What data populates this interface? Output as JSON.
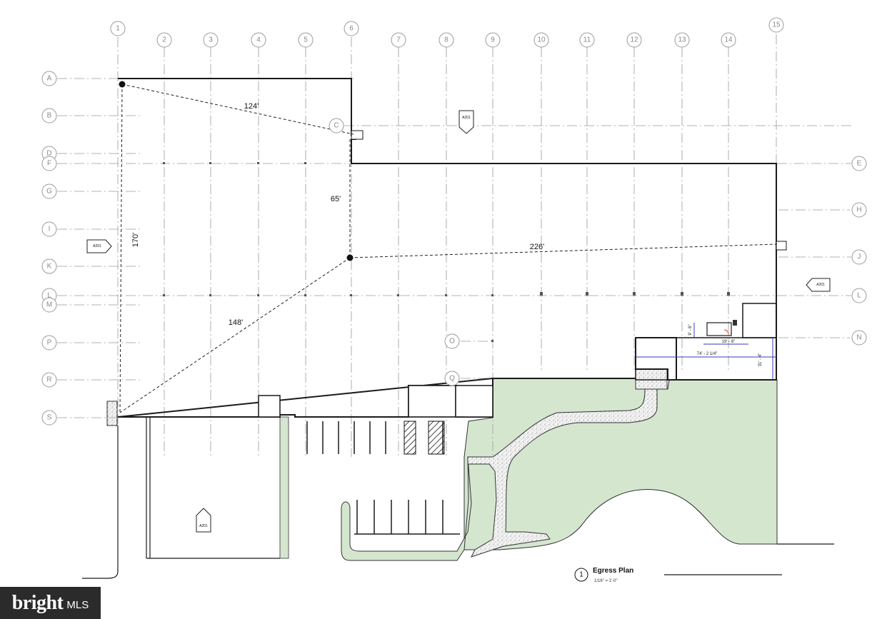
{
  "column_grid": [
    "1",
    "2",
    "3",
    "4",
    "5",
    "6",
    "7",
    "8",
    "9",
    "10",
    "11",
    "12",
    "13",
    "14",
    "15"
  ],
  "row_grid_left": [
    "A",
    "B",
    "C",
    "D",
    "F",
    "G",
    "I",
    "K",
    "L",
    "M",
    "P",
    "R",
    "S"
  ],
  "row_grid_right": [
    "E",
    "H",
    "J",
    "L",
    "N"
  ],
  "row_grid_inner": [
    "O",
    "Q"
  ],
  "dimensions": {
    "diag_top": "124'",
    "vertical_left": "170'",
    "vertical_mid": "65'",
    "long_diag": "226'",
    "diag_bottom": "148'",
    "office_width": "19' - 6\"",
    "office_total_width": "74' - 2 1/4\"",
    "office_depth": "31' - 4\"",
    "office_small": "9' - 6\""
  },
  "section_tags": [
    "A201",
    "A201",
    "A201",
    "A201"
  ],
  "drawing_title": {
    "number": "1",
    "name": "Egress Plan",
    "scale": "1/16\" = 1'-0\""
  },
  "watermark": {
    "word": "bright",
    "suffix": "MLS"
  },
  "colors": {
    "landscape": "#d5e6cf",
    "grid": "#9a9a9a",
    "wall": "#1a1a1a",
    "dimension_blue": "#3a3ab8",
    "accent_red": "#d93a2b"
  }
}
